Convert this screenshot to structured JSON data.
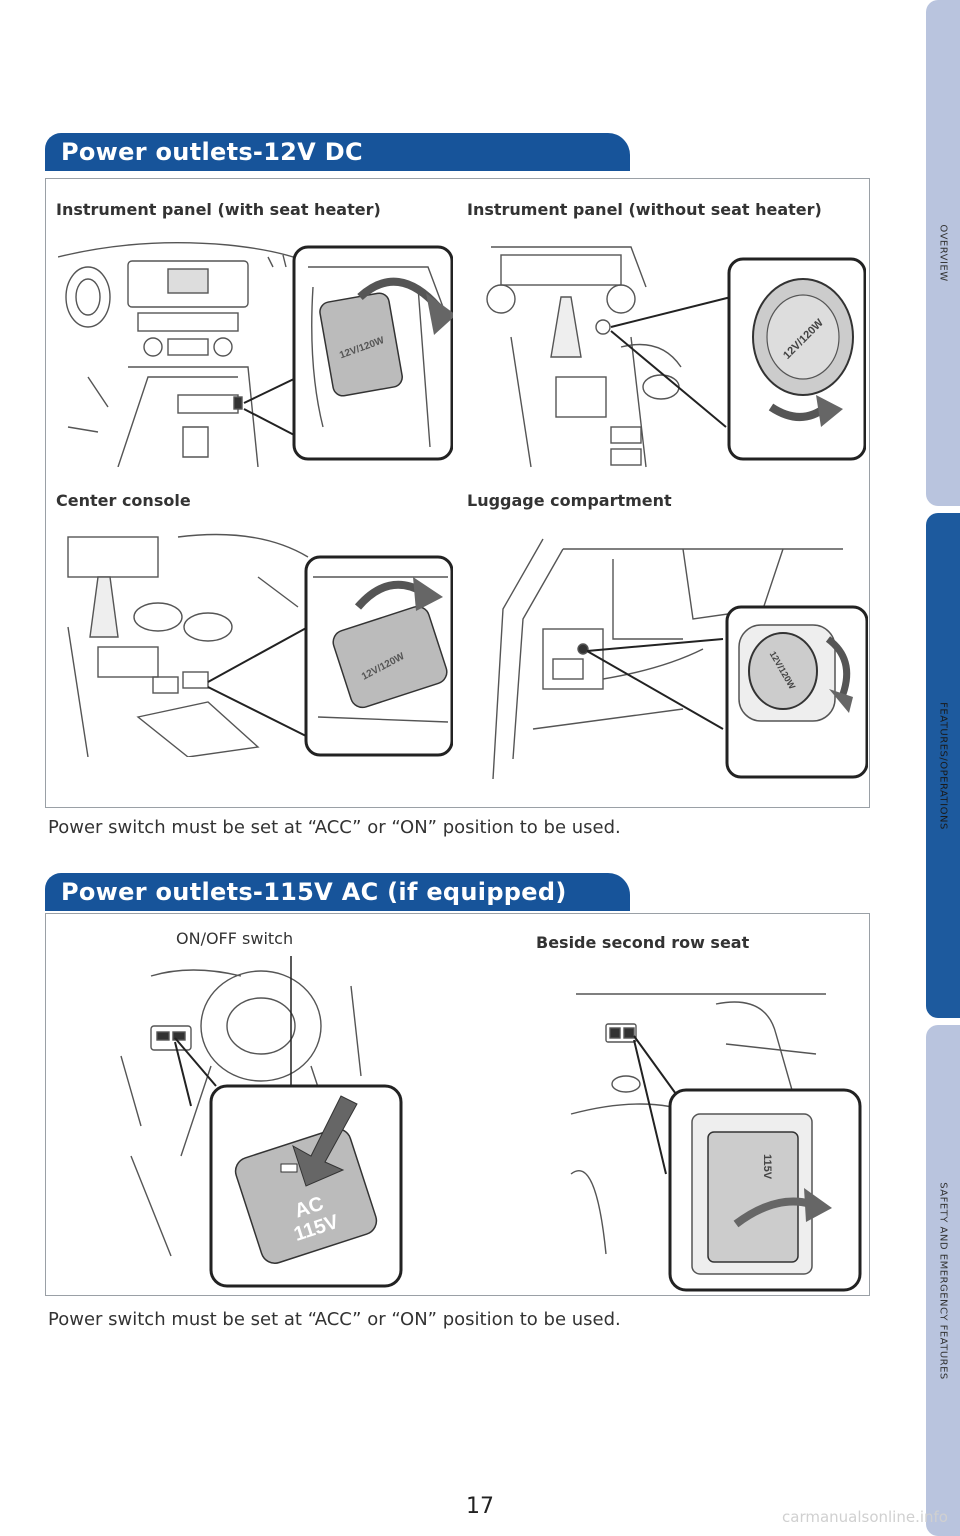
{
  "tabs": [
    {
      "label": "OVERVIEW",
      "color": "#b9c4de"
    },
    {
      "label": "FEATURES/OPERATIONS",
      "color": "#1d5a9e"
    },
    {
      "label": "SAFETY AND EMERGENCY FEATURES",
      "color": "#b9c4de"
    }
  ],
  "section1": {
    "title": "Power outlets-12V DC",
    "figures": [
      {
        "title": "Instrument panel (with seat heater)",
        "outlet_label": "12V/120W"
      },
      {
        "title": "Instrument panel (without seat heater)",
        "outlet_label": "12V/120W"
      },
      {
        "title": "Center console",
        "outlet_label": "12V/120W"
      },
      {
        "title": "Luggage compartment",
        "outlet_label": "12V/120W"
      }
    ],
    "note": "Power switch must be set at “ACC” or “ON” position to be used."
  },
  "section2": {
    "title": "Power outlets-115V AC (if equipped)",
    "callout": "ON/OFF switch",
    "switch_label_1": "AC",
    "switch_label_2": "115V",
    "figure_title": "Beside second row seat",
    "outlet_label": "115V",
    "note": "Power switch must be set at “ACC” or “ON” position to be used."
  },
  "page_number": "17",
  "watermark": "carmanualsonline.info",
  "colors": {
    "header": "#17549a",
    "tab_active": "#1d5a9e",
    "tab_inactive": "#b9c4de"
  }
}
